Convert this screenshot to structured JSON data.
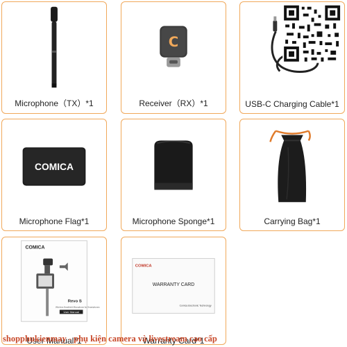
{
  "items": [
    {
      "label": "Microphone（TX）*1",
      "icon": "handheld-microphone"
    },
    {
      "label": "Receiver（RX）*1",
      "icon": "usb-c-receiver"
    },
    {
      "label": "USB-C Charging Cable*1",
      "icon": "usb-c-cable"
    },
    {
      "label": "Microphone Flag*1",
      "icon": "microphone-flag"
    },
    {
      "label": "Microphone Sponge*1",
      "icon": "foam-windscreen"
    },
    {
      "label": "Carrying Bag*1",
      "icon": "drawstring-bag"
    },
    {
      "label": "User Manual*1",
      "icon": "user-manual"
    },
    {
      "label": "Warranty Card*1",
      "icon": "warranty-card"
    }
  ],
  "brand": {
    "name": "COMICA",
    "accent": "#f0a85a"
  },
  "manual": {
    "brand": "COMICA",
    "model": "Revo S",
    "subtitle": "Wireless Handheld Microphone for Smartphones",
    "title": "User Manual"
  },
  "warranty": {
    "brand": "COMICA",
    "title": "WARRANTY CARD",
    "company": "Comica Electronic Technology"
  },
  "watermark": "shopphukienmay - phụ kiện camera và livestream cao cấp"
}
